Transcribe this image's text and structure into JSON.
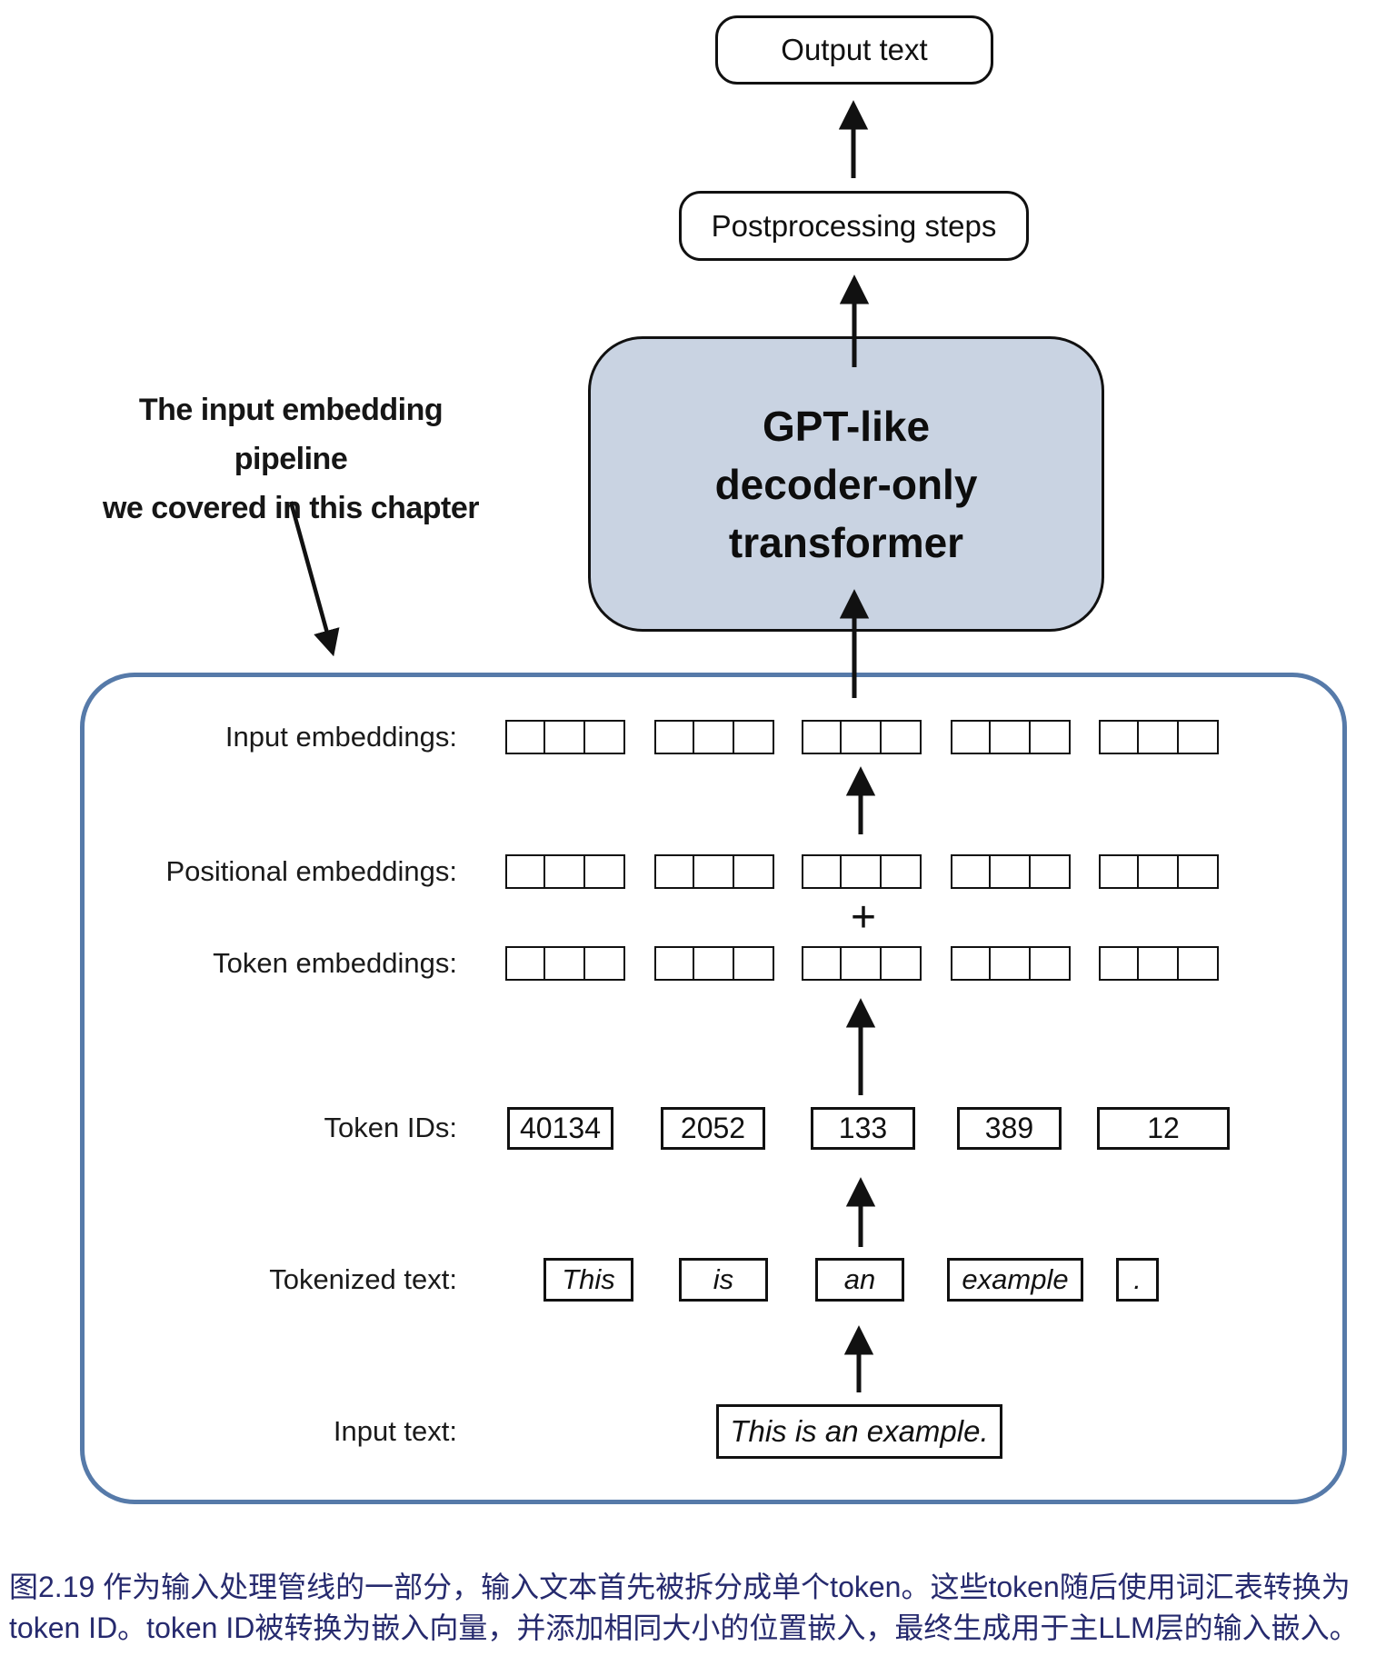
{
  "diagram": {
    "output_box": {
      "label": "Output text"
    },
    "postprocessing_box": {
      "label": "Postprocessing steps"
    },
    "transformer_box": {
      "line1": "GPT-like",
      "line2": "decoder-only",
      "line3": "transformer",
      "fill": "#c9d3e2"
    },
    "annotation": {
      "line1": "The input embedding pipeline",
      "line2": "we covered in this chapter"
    },
    "plus_sign": "+",
    "rows": {
      "input_embeddings": {
        "label": "Input embeddings:"
      },
      "positional_embeddings": {
        "label": "Positional embeddings:"
      },
      "token_embeddings": {
        "label": "Token embeddings:"
      },
      "token_ids": {
        "label": "Token IDs:",
        "values": [
          "40134",
          "2052",
          "133",
          "389",
          "12"
        ]
      },
      "tokenized_text": {
        "label": "Tokenized text:",
        "values": [
          "This",
          "is",
          "an",
          "example",
          "."
        ]
      },
      "input_text": {
        "label": "Input text:",
        "value": "This is an example."
      }
    },
    "embedding_groups": 5,
    "squares_per_group": 3,
    "colors": {
      "container_border": "#567aa9",
      "transformer_fill": "#c9d3e2",
      "caption_text": "#262a6e",
      "line": "#111111"
    },
    "caption": {
      "line1": "图2.19 作为输入处理管线的一部分，输入文本首先被拆分成单个token。这些token随后使用词汇表转换为",
      "line2": "token ID。token ID被转换为嵌入向量，并添加相同大小的位置嵌入，最终生成用于主LLM层的输入嵌入。"
    }
  }
}
